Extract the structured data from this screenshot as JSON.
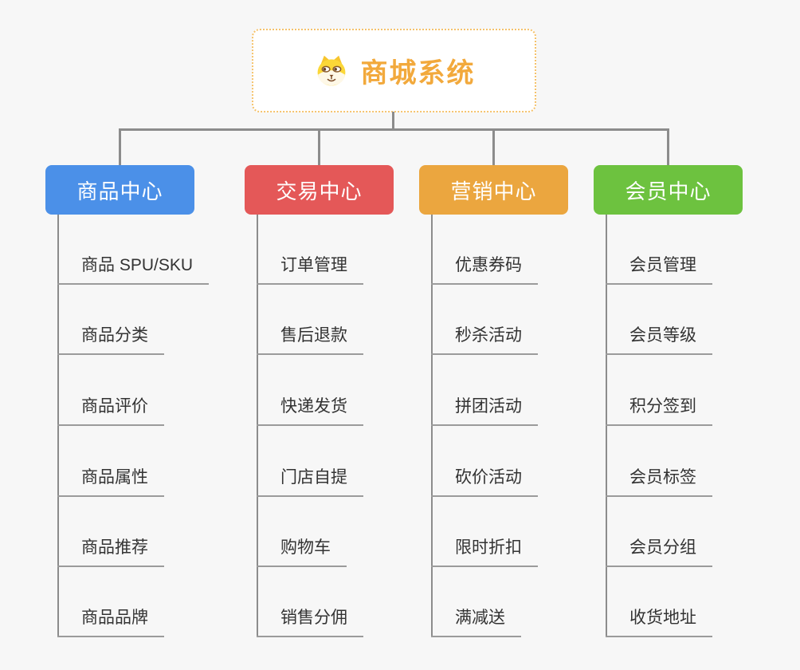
{
  "page": {
    "background_color": "#F7F7F7",
    "connector_color": "#8C8C8C",
    "leaf_underline_color": "#9B9B9B",
    "leaf_text_color": "#333333"
  },
  "root": {
    "title": "商城系统",
    "icon": "dog-icon",
    "title_color": "#F2A93C",
    "border_color": "#F5C26B"
  },
  "columns": [
    {
      "title": "商品中心",
      "color": "#4B90E8",
      "items": [
        "商品 SPU/SKU",
        "商品分类",
        "商品评价",
        "商品属性",
        "商品推荐",
        "商品品牌"
      ]
    },
    {
      "title": "交易中心",
      "color": "#E45858",
      "items": [
        "订单管理",
        "售后退款",
        "快递发货",
        "门店自提",
        "购物车",
        "销售分佣"
      ]
    },
    {
      "title": "营销中心",
      "color": "#EBA63F",
      "items": [
        "优惠券码",
        "秒杀活动",
        "拼团活动",
        "砍价活动",
        "限时折扣",
        "满减送"
      ]
    },
    {
      "title": "会员中心",
      "color": "#6DC23F",
      "items": [
        "会员管理",
        "会员等级",
        "积分签到",
        "会员标签",
        "会员分组",
        "收货地址"
      ]
    }
  ]
}
